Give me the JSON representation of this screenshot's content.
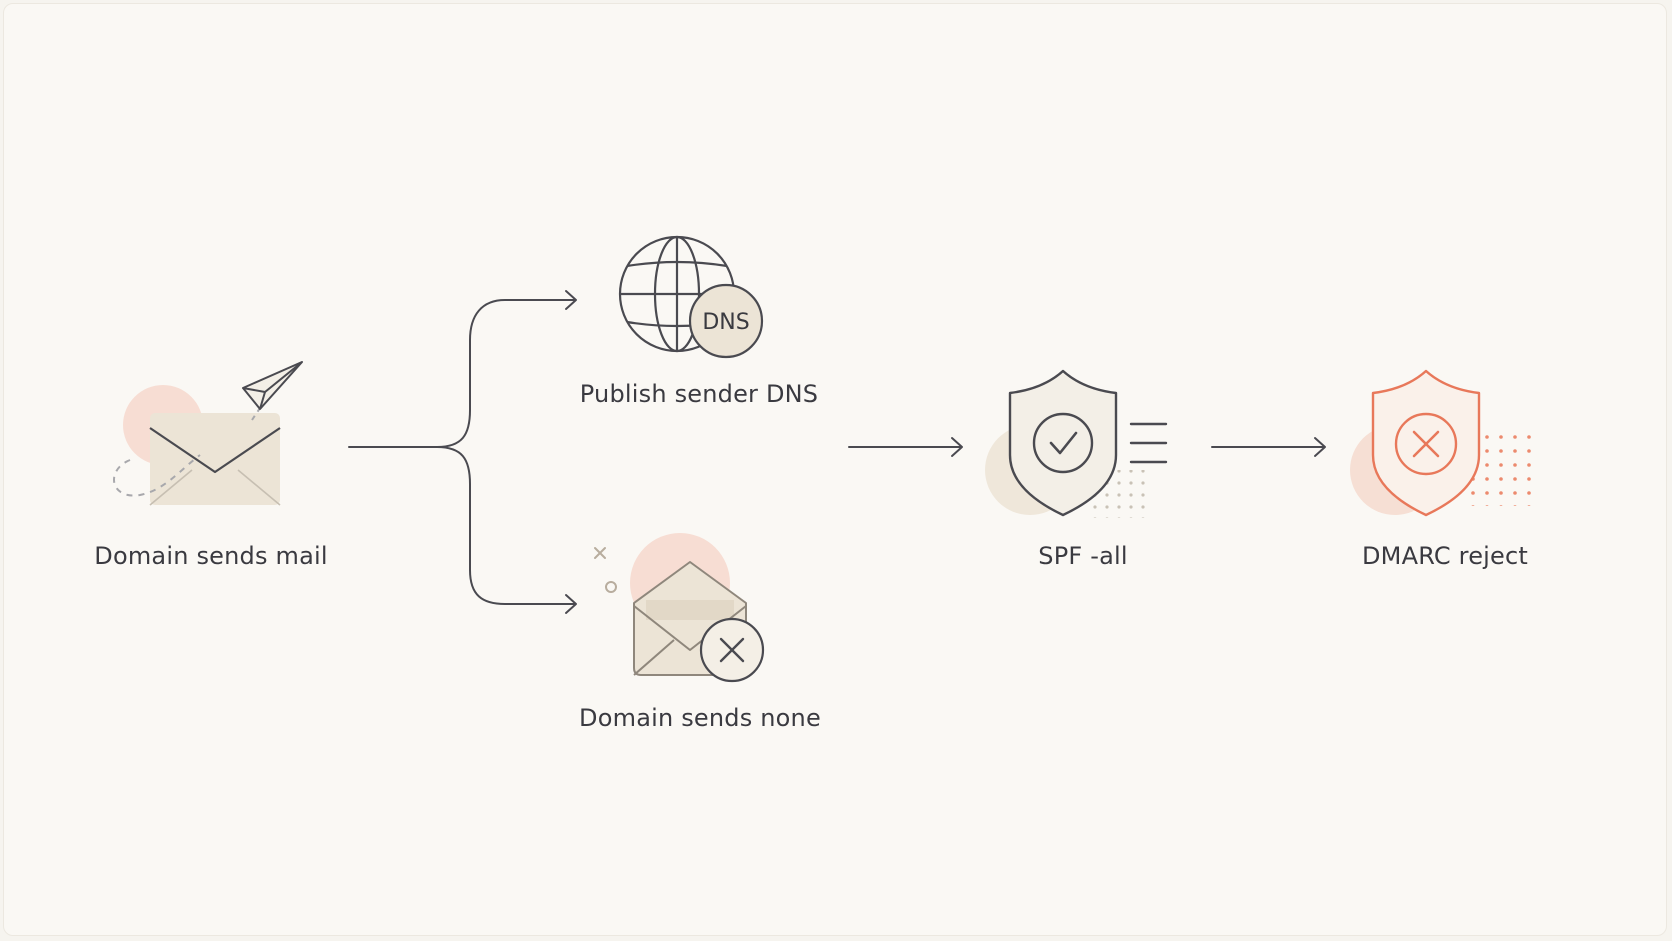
{
  "nodes": {
    "domain_sends_mail": {
      "label": "Domain sends mail"
    },
    "publish_sender_dns": {
      "label": "Publish sender DNS",
      "badge": "DNS"
    },
    "domain_sends_none": {
      "label": "Domain sends none"
    },
    "spf_all": {
      "label": "SPF -all"
    },
    "dmarc_reject": {
      "label": "DMARC reject"
    }
  },
  "colors": {
    "background": "#faf8f4",
    "stroke": "#4a4a50",
    "accent_peach": "#f6ddd2",
    "envelope_fill": "#ece4d6",
    "reject_accent": "#e8785a"
  },
  "icons": {
    "domain_sends_mail": "envelope-with-paper-plane-icon",
    "publish_sender_dns": "globe-dns-icon",
    "domain_sends_none": "envelope-x-icon",
    "spf_all": "shield-check-icon",
    "dmarc_reject": "shield-x-icon"
  }
}
